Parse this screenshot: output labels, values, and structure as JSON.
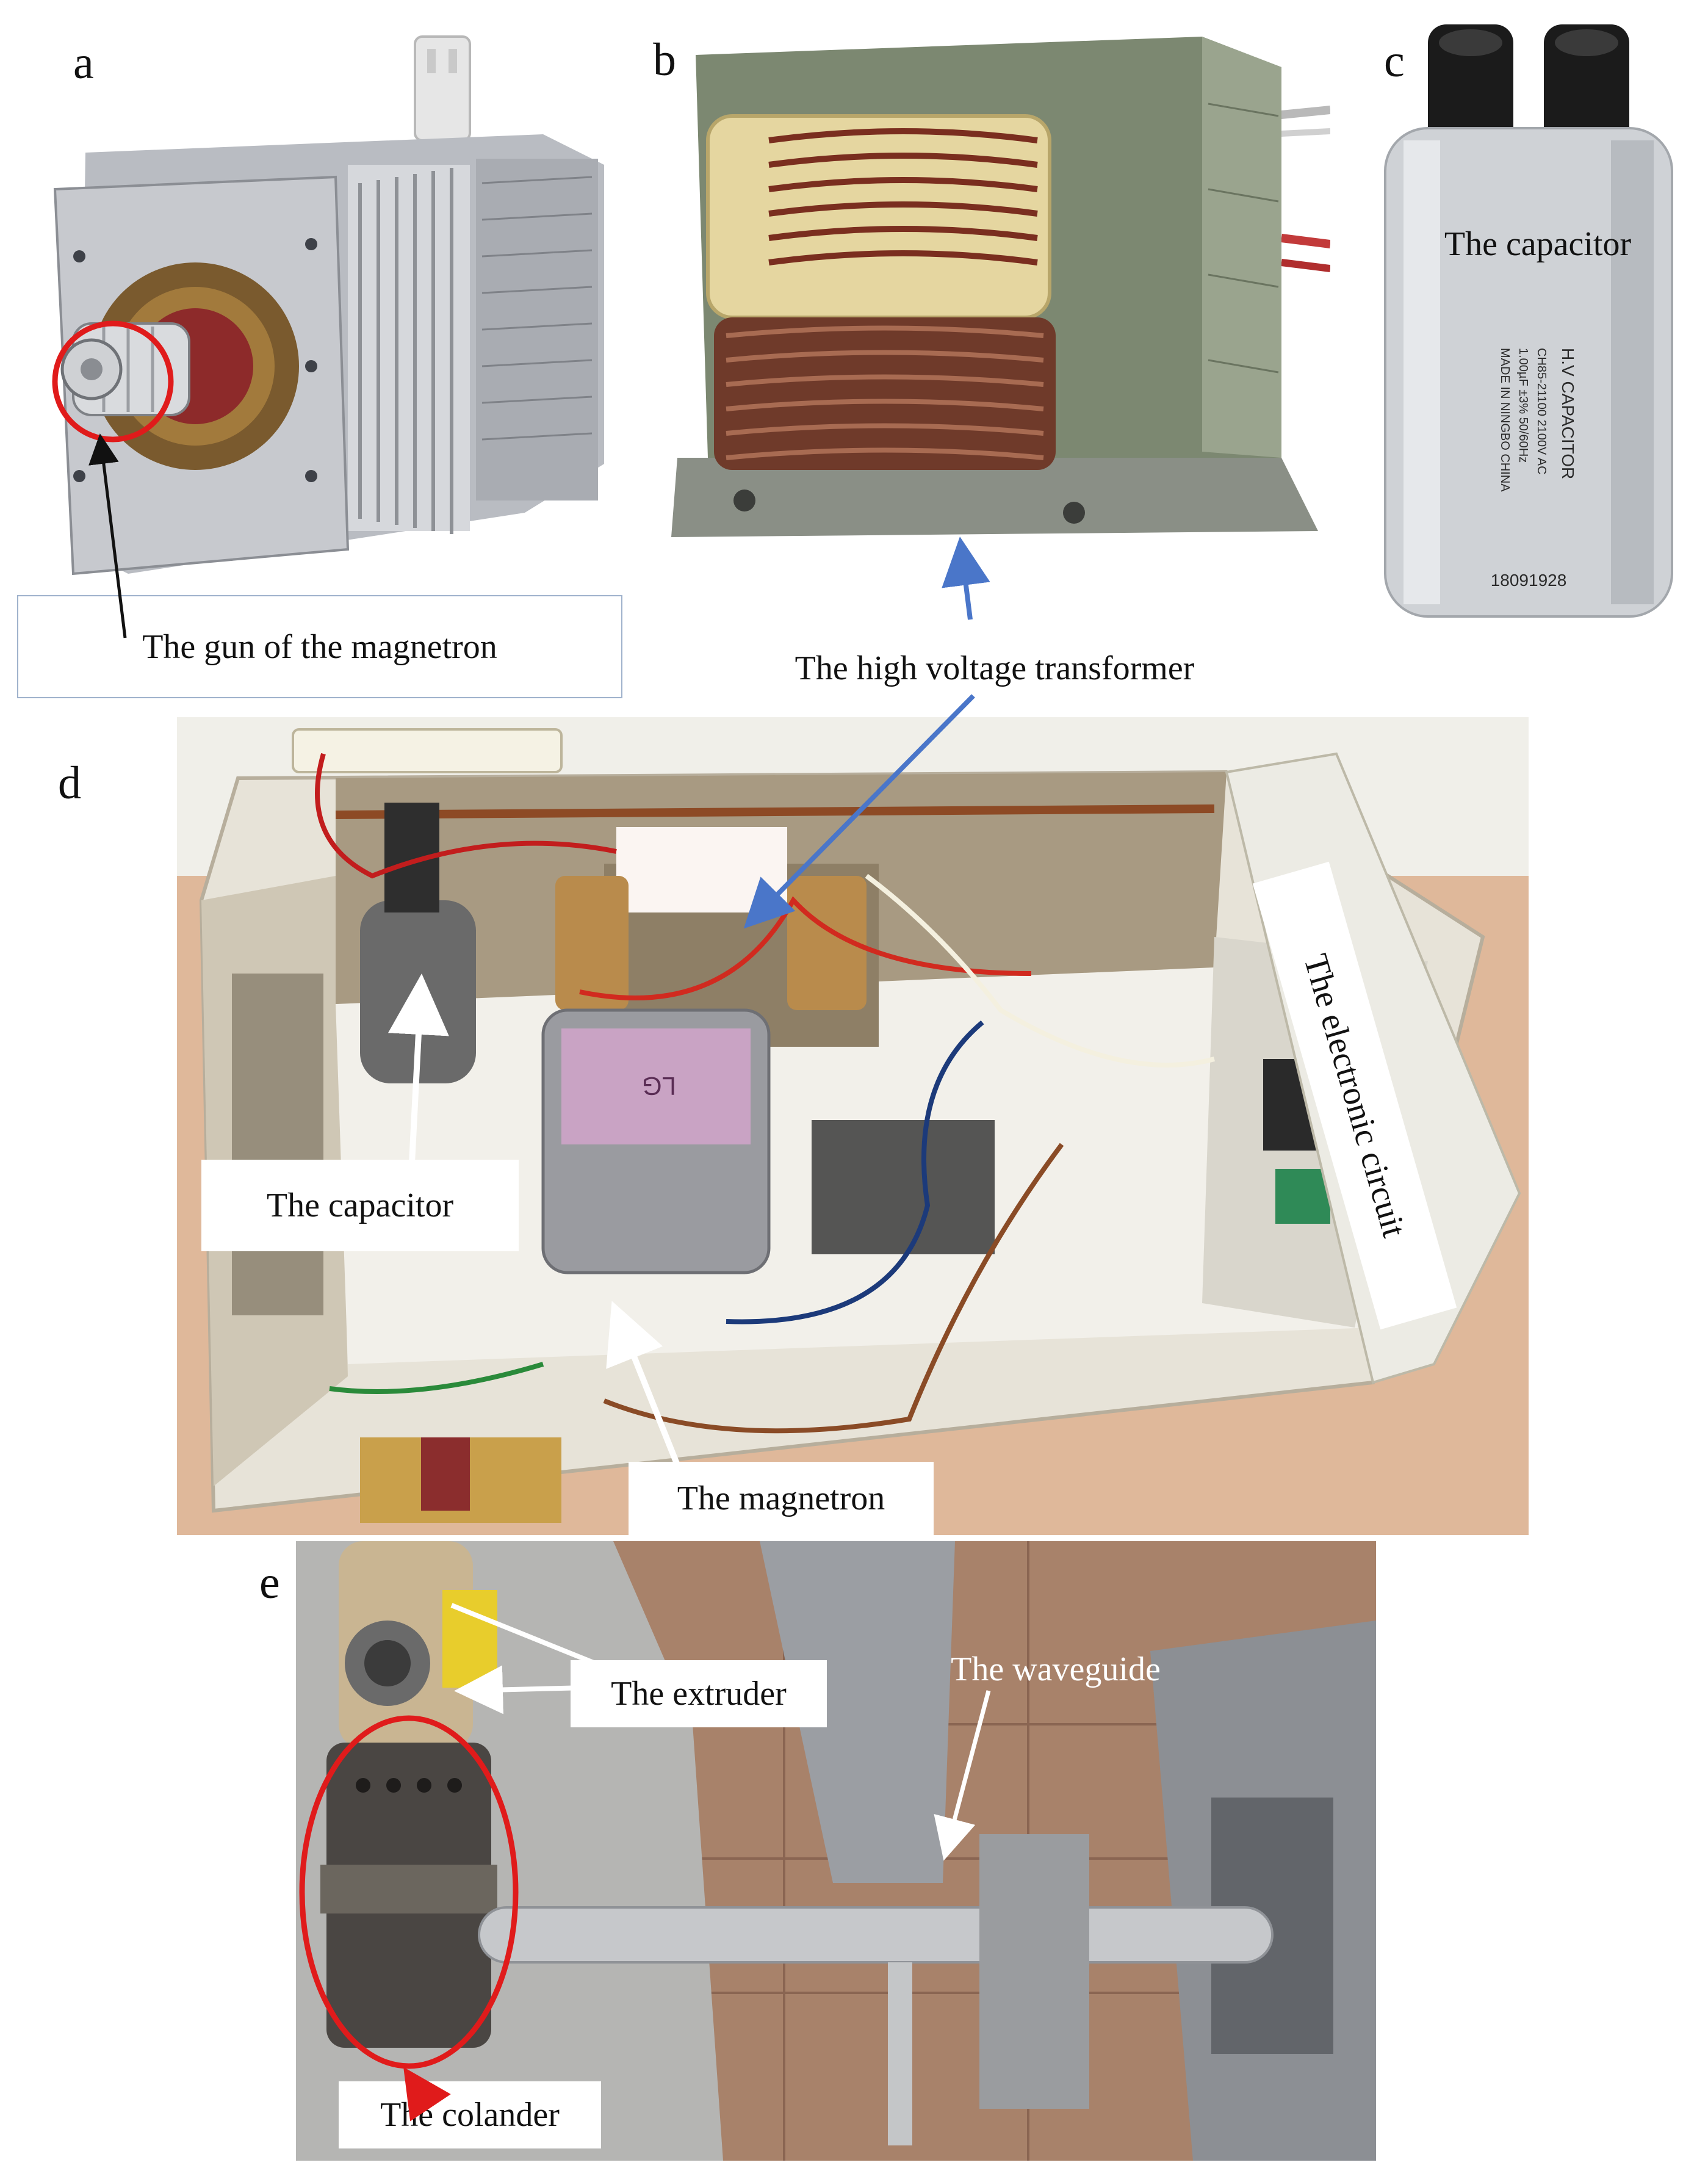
{
  "panels": {
    "a": {
      "letter": "a",
      "label": "The gun of the magnetron"
    },
    "b": {
      "letter": "b",
      "label": "The high voltage transformer"
    },
    "c": {
      "letter": "c",
      "label": "The capacitor",
      "cap_text": "H.V CAPACITOR",
      "cap_code": "18091928"
    },
    "d": {
      "letter": "d",
      "labels": {
        "capacitor": "The capacitor",
        "magnetron": "The magnetron",
        "circuit": "The electronic circuit"
      },
      "magnetron_brand": "LG"
    },
    "e": {
      "letter": "e",
      "labels": {
        "extruder": "The extruder",
        "waveguide": "The waveguide",
        "colander": "The colander"
      }
    }
  },
  "colors": {
    "highlight_circle": "#e01b1b",
    "blue_arrow": "#4a76c9",
    "label_border": "#9fb2cc"
  }
}
